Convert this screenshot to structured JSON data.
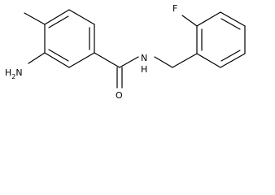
{
  "structure": {
    "labels": {
      "fluorine": "F",
      "amide_nitrogen": "N",
      "amide_hydrogen": "H",
      "carbonyl_oxygen": "O",
      "amino": "H2N"
    },
    "colors": {
      "bond": "#000000",
      "text": "#000000",
      "background": "#ffffff"
    }
  }
}
